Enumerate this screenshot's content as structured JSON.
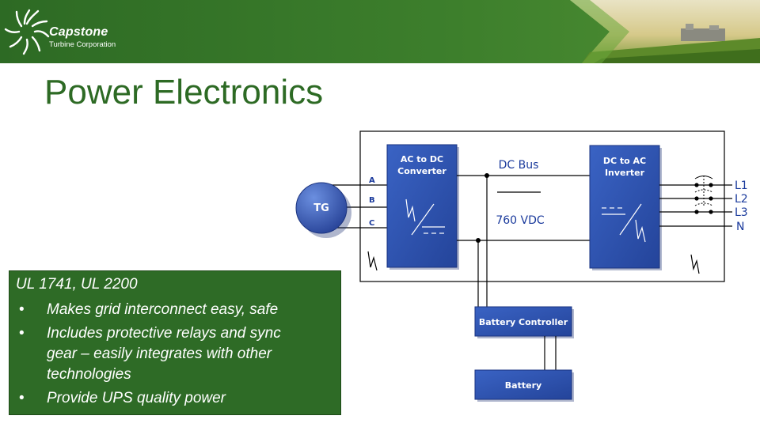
{
  "header": {
    "logo_name": "Capstone",
    "logo_sub": "Turbine Corporation",
    "logo_icon": "turbine-swirl-icon",
    "colors": {
      "green_dark": "#2d6a24",
      "green_light": "#6aa83a"
    }
  },
  "page_title": "Power Electronics",
  "diagram": {
    "tg_label": "TG",
    "phase_labels": [
      "A",
      "B",
      "C"
    ],
    "ac_dc_label": [
      "AC to DC",
      "Converter"
    ],
    "dc_bus_label": "DC Bus",
    "dc_voltage_label": "760 VDC",
    "dc_ac_label": [
      "DC to AC",
      "Inverter"
    ],
    "output_labels": [
      "L1",
      "L2",
      "L3",
      "N"
    ],
    "battery_controller_label": "Battery Controller",
    "battery_label": "Battery",
    "colors": {
      "block": "#2e4fa8",
      "block_text": "#ffffff",
      "label": "#1a3a9c",
      "line": "#000000"
    }
  },
  "callout": {
    "heading": "UL 1741, UL 2200",
    "bullets": [
      "Makes grid interconnect easy, safe",
      "Includes protective relays and sync gear – easily integrates with other technologies",
      "Provide UPS quality power"
    ]
  }
}
